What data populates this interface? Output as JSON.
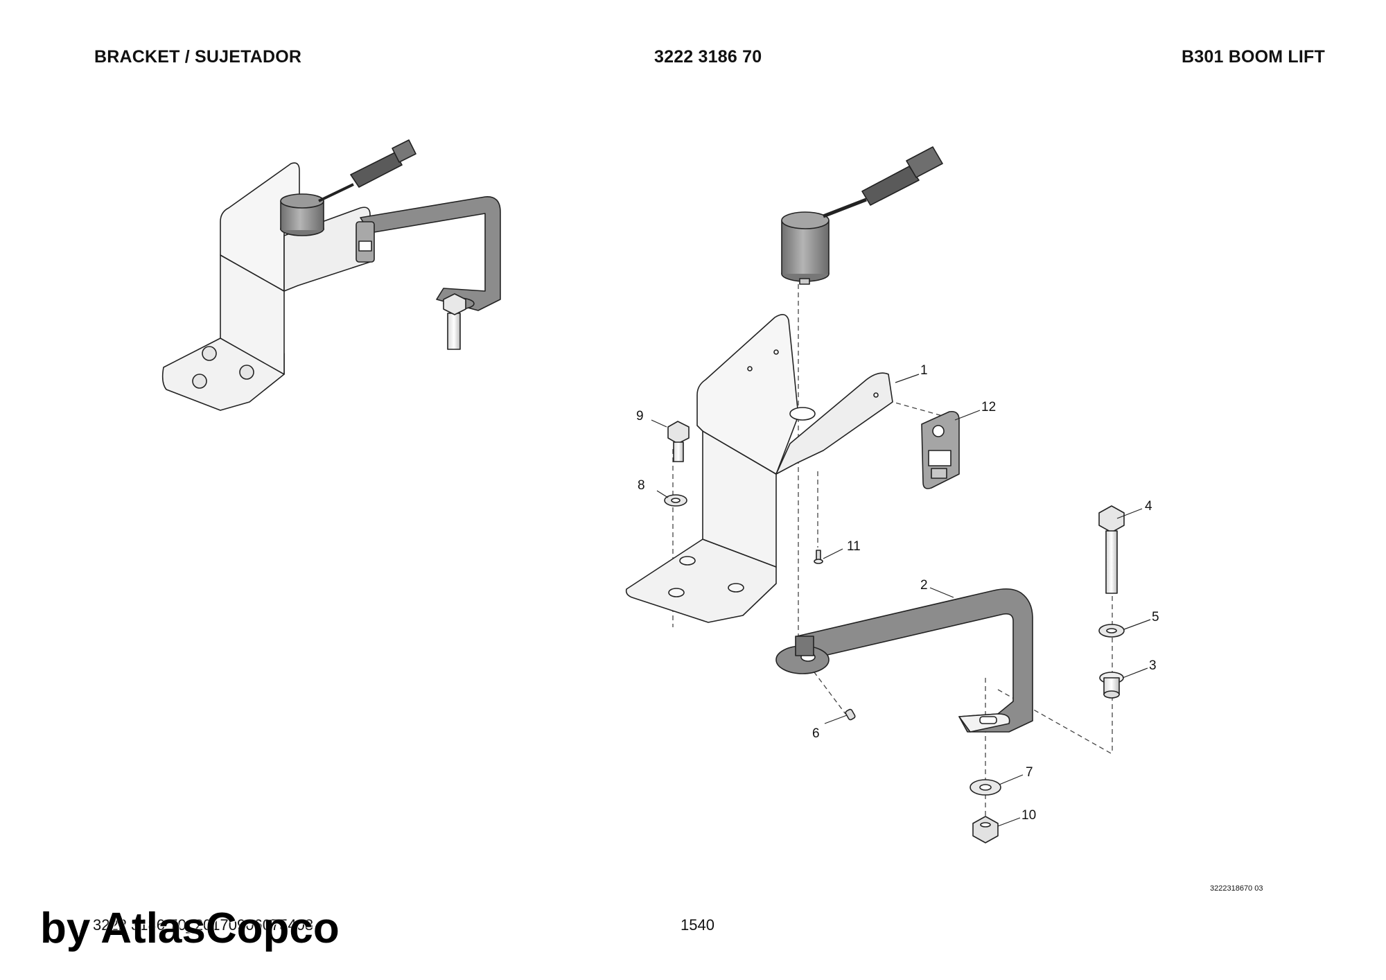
{
  "header": {
    "title_left": "BRACKET / SUJETADOR",
    "title_center": "3222 3186 70",
    "title_right": "B301 BOOM LIFT"
  },
  "footer": {
    "code": "3222 3186 70_20170906075408",
    "page_number": "1540",
    "illustration_id": "3222318670 03",
    "watermark": "by AtlasCopco"
  },
  "callouts": {
    "c1": "1",
    "c2": "2",
    "c3": "3",
    "c4": "4",
    "c5": "5",
    "c6": "6",
    "c7": "7",
    "c8": "8",
    "c9": "9",
    "c10": "10",
    "c11": "11",
    "c12": "12"
  },
  "colors": {
    "line": "#222222",
    "plate_fill": "#f2f2f2",
    "dark_part": "#8c8c8c",
    "sensor": "#9a9a9a"
  }
}
